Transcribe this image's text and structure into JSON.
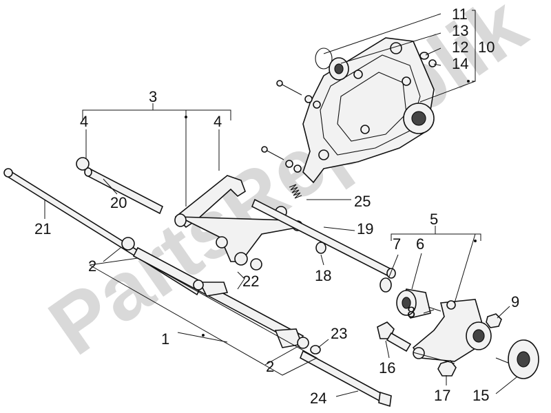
{
  "watermark": "PartsRepublik",
  "callouts": [
    "1",
    "2",
    "2",
    "3",
    "4",
    "4",
    "5",
    "6",
    "7",
    "8",
    "9",
    "10",
    "11",
    "12",
    "13",
    "14",
    "15",
    "16",
    "17",
    "18",
    "19",
    "20",
    "21",
    "22",
    "23",
    "24",
    "25"
  ]
}
